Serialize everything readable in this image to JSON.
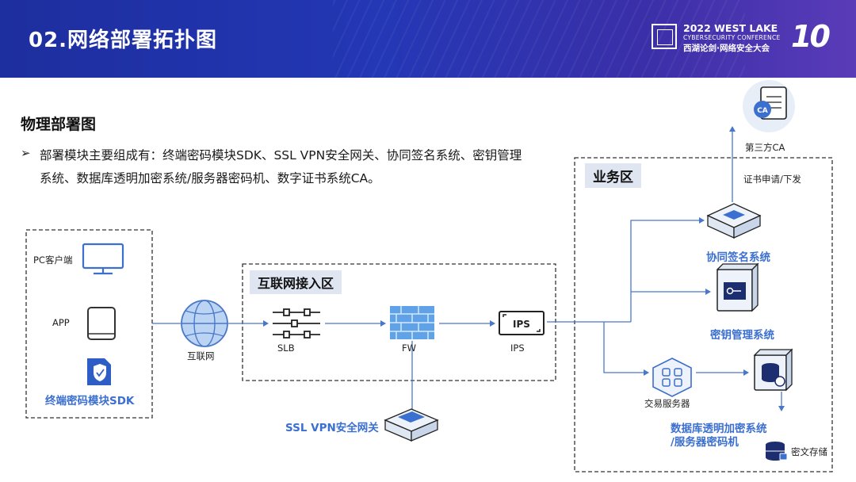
{
  "header": {
    "title": "02.网络部署拓扑图",
    "logo_line1": "2022 WEST LAKE",
    "logo_line2": "CYBERSECURITY CONFERENCE",
    "logo_line3": "西湖论剑·网络安全大会",
    "logo_mark": "10"
  },
  "subtitle": "物理部署图",
  "bullet": {
    "marker": "➢",
    "text": "部署模块主要组成有：终端密码模块SDK、SSL VPN安全网关、协同签名系统、密钥管理系统、数据库透明加密系统/服务器密码机、数字证书系统CA。"
  },
  "diagram": {
    "client_zone": {
      "pc_label": "PC客户端",
      "app_label": "APP",
      "sdk_label": "终端密码模块SDK"
    },
    "internet_label": "互联网",
    "access_zone": {
      "title": "互联网接入区",
      "slb_label": "SLB",
      "fw_label": "FW",
      "ips_label": "IPS",
      "ips_icon_text": "IPS"
    },
    "vpn_label": "SSL VPN安全网关",
    "business_zone": {
      "title": "业务区",
      "cosign_label": "协同签名系统",
      "kms_label": "密钥管理系统",
      "trade_label": "交易服务器",
      "db_label_line1": "数据库透明加密系统",
      "db_label_line2": "/服务器密码机",
      "storage_label": "密文存储"
    },
    "ca": {
      "label": "第三方CA",
      "icon_text": "CA",
      "link_label": "证书申请/下发"
    }
  }
}
